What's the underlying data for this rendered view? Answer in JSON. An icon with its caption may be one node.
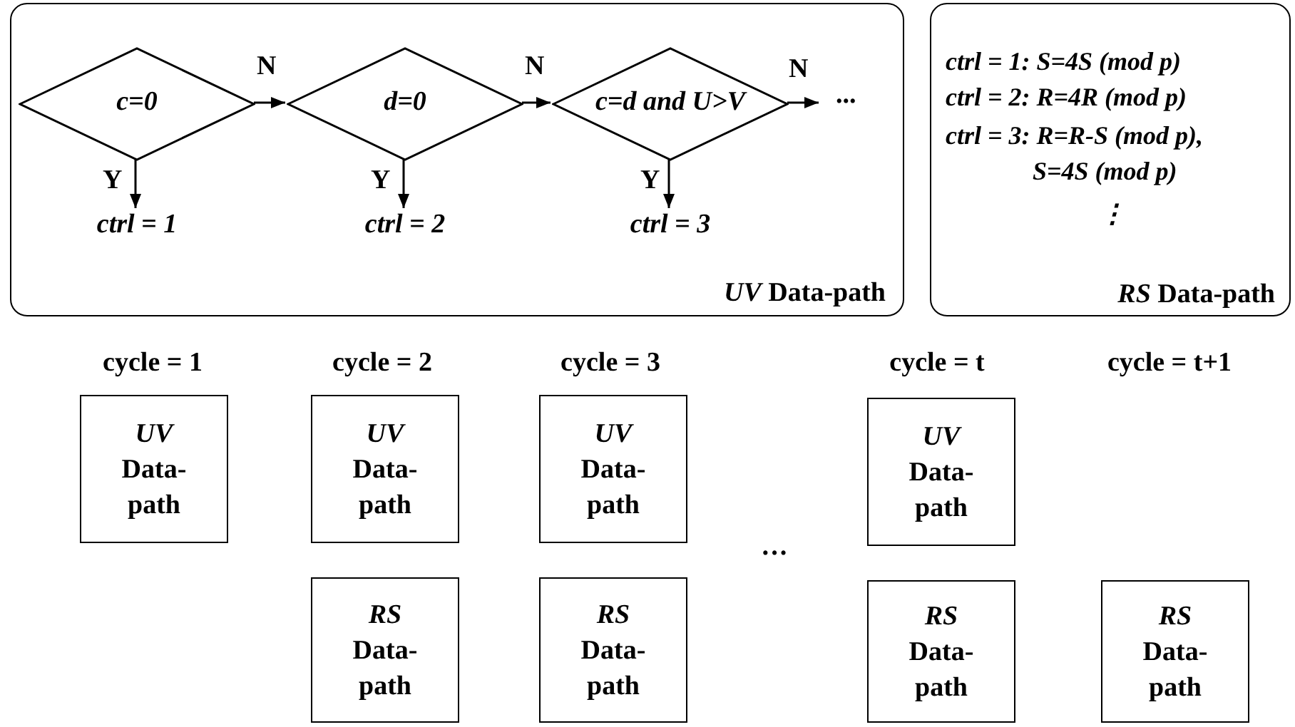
{
  "diagram": {
    "nodes": [
      {
        "text": [
          "*UV* Data-path"
        ]
      },
      {
        "text": [
          "c=0"
        ],
        "in": 0
      },
      {
        "text": [
          "d=0"
        ],
        "in": 0
      },
      {
        "text": [
          "c=d and U>V"
        ],
        "in": 0
      },
      {
        "text": [
          "ctrl = 1"
        ],
        "in": 0
      },
      {
        "text": [
          "ctrl = 2"
        ],
        "in": 0
      },
      {
        "text": [
          "ctrl = 3"
        ],
        "in": 0
      },
      {
        "text": [
          "···"
        ],
        "in": 0
      },
      {
        "text": [
          "ctrl = 1: S=4S (mod p)",
          "ctrl = 2: R=4R (mod p)",
          "ctrl = 3: R=R-S (mod p), S=4S (mod p)",
          "⋮",
          "*RS* Data-path"
        ]
      },
      {
        "text": [
          "*UV* Data-path"
        ]
      },
      {
        "text": [
          "*UV* Data-path"
        ]
      },
      {
        "text": [
          "*UV* Data-path"
        ]
      },
      {
        "text": [
          "*UV* Data-path"
        ]
      },
      {
        "text": [
          "*RS* Data-path"
        ]
      },
      {
        "text": [
          "*RS* Data-path"
        ]
      },
      {
        "text": [
          "*RS* Data-path"
        ]
      },
      {
        "text": [
          "*RS* Data-path"
        ]
      }
    ],
    "edges": [
      {
        "from": 1,
        "to": 2,
        "arrow": "to",
        "label": "N"
      },
      {
        "from": 2,
        "to": 3,
        "arrow": "to",
        "label": "N"
      },
      {
        "from": 3,
        "to": 7,
        "arrow": "to",
        "label": "N"
      },
      {
        "from": 1,
        "to": 4,
        "arrow": "to",
        "label": "Y"
      },
      {
        "from": 2,
        "to": 5,
        "arrow": "to",
        "label": "Y"
      },
      {
        "from": 3,
        "to": 6,
        "arrow": "to",
        "label": "Y"
      }
    ],
    "labels": [
      "cycle = 1",
      "cycle = 2",
      "cycle = 3",
      "cycle = t",
      "cycle = t+1",
      "···"
    ]
  }
}
